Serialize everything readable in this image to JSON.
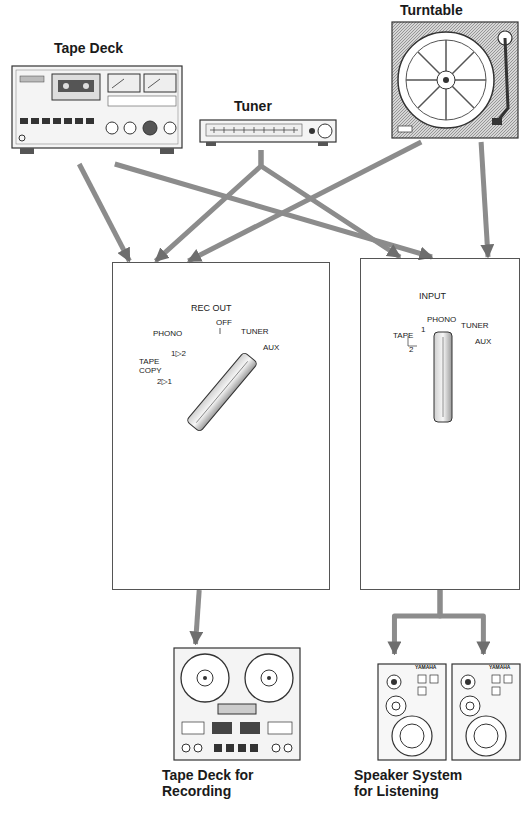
{
  "diagram": {
    "nodes": [
      {
        "text": [
          "Tape Deck"
        ]
      },
      {
        "text": [
          "Tuner"
        ]
      },
      {
        "text": [
          "Turntable"
        ]
      },
      {
        "text": [
          "REC OUT",
          "PHONO",
          "OFF",
          "TUNER",
          "AUX",
          "1▷2",
          "TAPE COPY",
          "2▷1"
        ]
      },
      {
        "text": [
          "INPUT",
          "TAPE",
          "1",
          "2",
          "PHONO",
          "TUNER",
          "AUX"
        ]
      },
      {
        "text": [
          "Tape Deck for Recording"
        ]
      },
      {
        "text": [
          "Speaker System for Listening"
        ]
      }
    ],
    "edges": [
      {
        "from": 0,
        "to": 3,
        "arrow": "to"
      },
      {
        "from": 0,
        "to": 4,
        "arrow": "to"
      },
      {
        "from": 1,
        "to": 3,
        "arrow": "to"
      },
      {
        "from": 1,
        "to": 4,
        "arrow": "to"
      },
      {
        "from": 2,
        "to": 3,
        "arrow": "to"
      },
      {
        "from": 2,
        "to": 4,
        "arrow": "to"
      },
      {
        "from": 3,
        "to": 5,
        "arrow": "to"
      },
      {
        "from": 4,
        "to": 6,
        "arrow": "to"
      }
    ],
    "labels": [
      "YAMAHA",
      "YAMAHA"
    ]
  }
}
